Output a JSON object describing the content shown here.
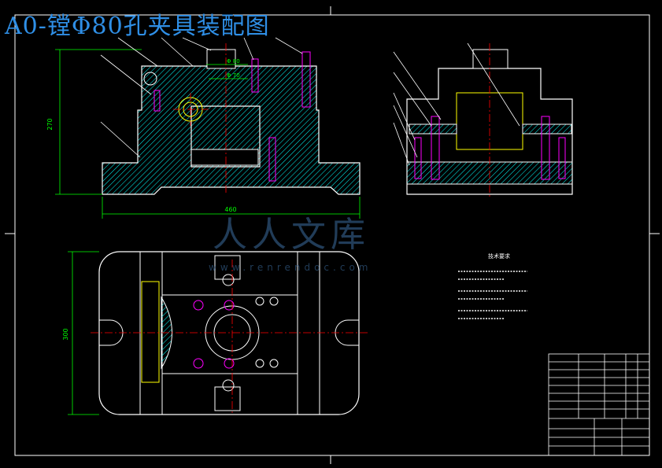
{
  "title": "A0-镗Φ80孔夹具装配图",
  "watermark": {
    "text": "人人文库",
    "url": "www.renrendoc.com"
  },
  "dimensions": {
    "height_left": "270",
    "width_bottom": "460",
    "hole_1": "Φ 80",
    "hole_2": "Φ 70",
    "plan_height": "300"
  },
  "tech_notes": {
    "heading": "技术要求"
  },
  "colors": {
    "title": "#2f8fe6",
    "outline": "#ffffff",
    "dimension": "#00ff00",
    "hatch": "#00ffff",
    "centerline": "#ff0000",
    "hidden": "#ffff00",
    "fastener": "#ff00ff"
  }
}
